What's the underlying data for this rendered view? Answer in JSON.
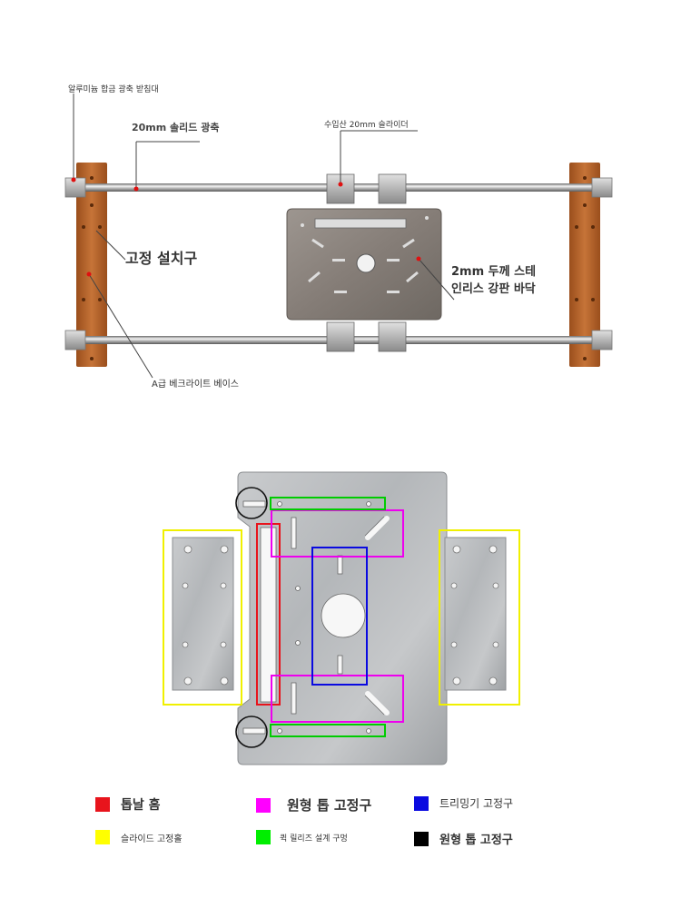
{
  "top_diagram": {
    "labels": {
      "support": "알루미늄 합금 광축 받침대",
      "shaft": "20mm 솔리드 광축",
      "slider": "수입산 20mm 슬라이더",
      "fixture": "고정 설치구",
      "plate_line1": "2mm 두께 스테",
      "plate_line2": "인리스 강판 바닥",
      "base": "A급 베크라이트 베이스"
    }
  },
  "legend": {
    "items": [
      {
        "label": "톱날 홈",
        "color": "#e8141c"
      },
      {
        "label": "원형 톱 고정구",
        "color": "#ff00ff"
      },
      {
        "label": "트리밍기 고정구",
        "color": "#0a0ae0"
      },
      {
        "label": "슬라이드 고정홀",
        "color": "#ffff00"
      },
      {
        "label": "퀵 릴리즈 설계 구멍",
        "color": "#00ee00"
      },
      {
        "label": "원형 톱 고정구",
        "color": "#000000"
      }
    ]
  }
}
